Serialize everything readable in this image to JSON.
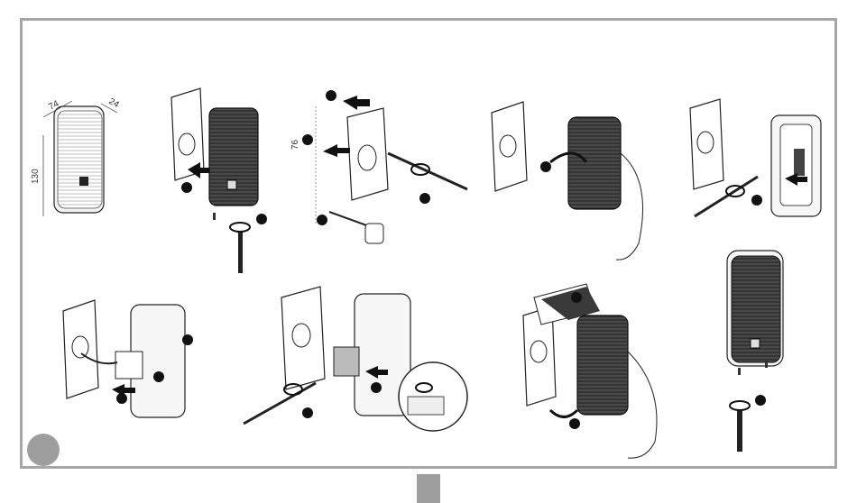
{
  "dimensions": {
    "width": "74",
    "depth": "24",
    "height": "130",
    "hole_spacing": "76"
  },
  "colors": {
    "frame": "#a6a6a6",
    "marker": "#9e9e9e",
    "device_dark": "#3a3a3a",
    "device_light": "#f2f2f2",
    "line": "#222222"
  }
}
